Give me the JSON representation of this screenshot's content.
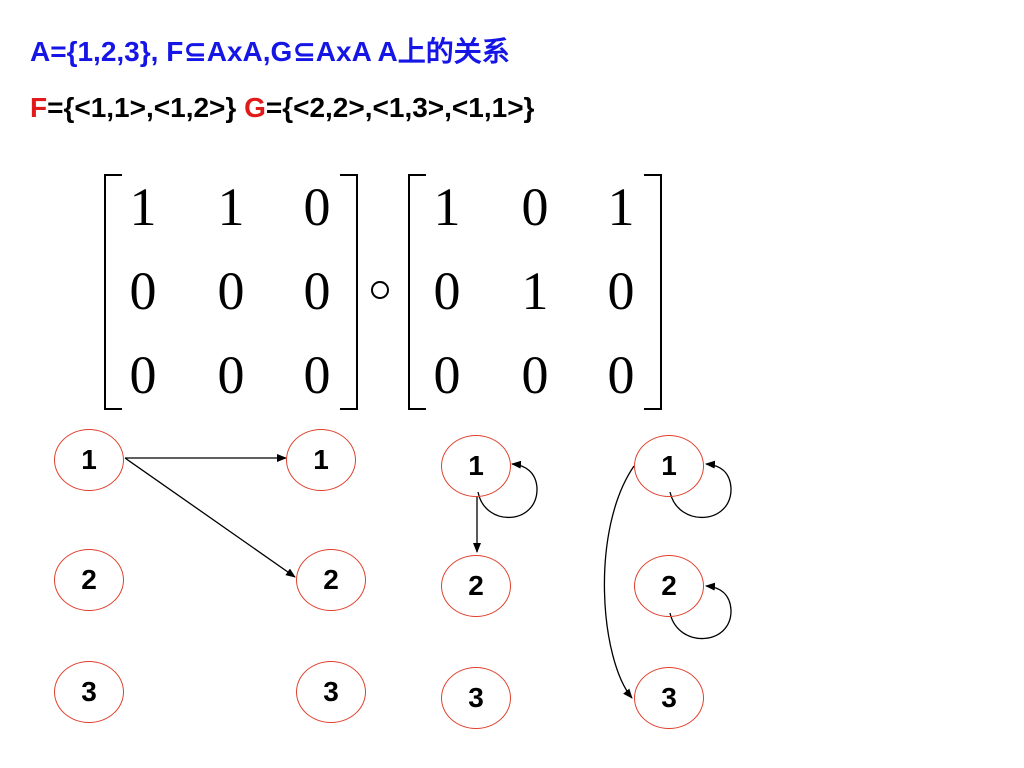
{
  "header": {
    "line1": "A={1,2,3},  F⊆AxA,G⊆AxA A上的关系",
    "line2": {
      "f_name": "F",
      "f_set": "={<1,1>,<1,2>}",
      "g_name": "G",
      "g_set": "={<2,2>,<1,3>,<1,1>}"
    }
  },
  "matrix_f": [
    [
      "1",
      "1",
      "0"
    ],
    [
      "0",
      "0",
      "0"
    ],
    [
      "0",
      "0",
      "0"
    ]
  ],
  "matrix_g": [
    [
      "1",
      "0",
      "1"
    ],
    [
      "0",
      "1",
      "0"
    ],
    [
      "0",
      "0",
      "0"
    ]
  ],
  "colors": {
    "blue": "#1515e6",
    "red": "#e11a1a",
    "node_border": "#e0402c"
  },
  "graphs": {
    "f_left": [
      "1",
      "2",
      "3"
    ],
    "f_right": [
      "1",
      "2",
      "3"
    ],
    "f_relation": [
      "1",
      "2",
      "3"
    ],
    "g_relation": [
      "1",
      "2",
      "3"
    ]
  }
}
